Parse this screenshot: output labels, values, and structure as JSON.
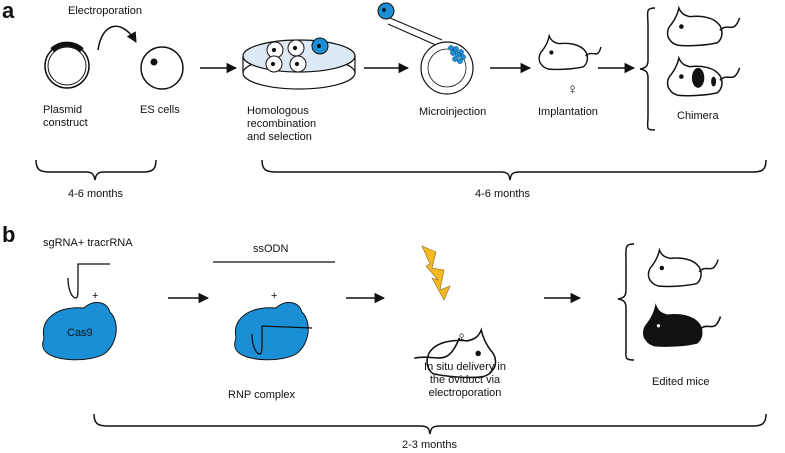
{
  "panel_a": {
    "letter": "a",
    "electroporation": "Electroporation",
    "plasmid": "Plasmid\nconstruct",
    "es_cells": "ES cells",
    "homologous": "Homologous\nrecombination\nand selection",
    "microinjection": "Microinjection",
    "implantation": "Implantation",
    "chimera": "Chimera",
    "duration_left": "4-6 months",
    "duration_right": "4-6 months",
    "female_symbol": "♀"
  },
  "panel_b": {
    "letter": "b",
    "sgrna": "sgRNA+ tracrRNA",
    "plus1": "+",
    "cas9": "Cas9",
    "ssodn": "ssODN",
    "plus2": "+",
    "rnp": "RNP complex",
    "delivery": "In situ delivery in\nthe oviduct via\nelectroporation",
    "edited": "Edited mice",
    "duration": "2-3 months",
    "female_symbol": "♀"
  },
  "colors": {
    "cas9_blue": "#1a8fd6",
    "bolt_yellow": "#f5b921",
    "ink": "#111111"
  }
}
